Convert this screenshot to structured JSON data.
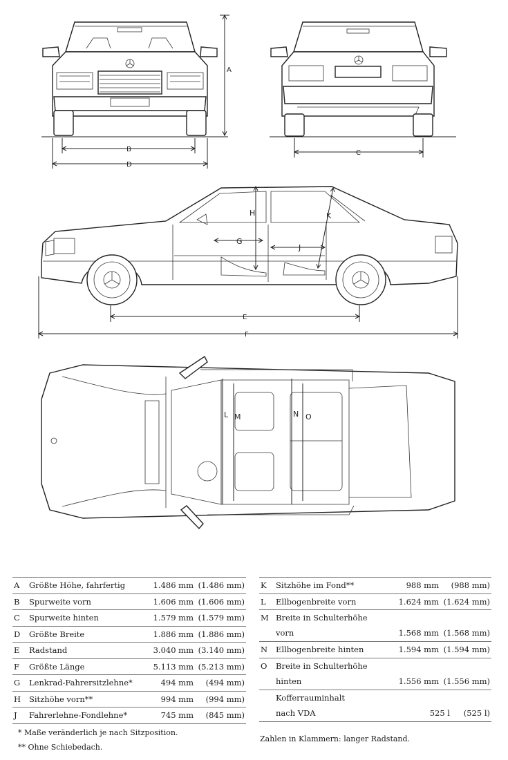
{
  "diagram": {
    "dimension_letters": {
      "A": "A",
      "B": "B",
      "C": "C",
      "D": "D",
      "E": "E",
      "F": "F",
      "G": "G",
      "H": "H",
      "J": "J",
      "K": "K",
      "L": "L",
      "M": "M",
      "N": "N",
      "O": "O"
    }
  },
  "specs_left": [
    {
      "key": "A",
      "label": "Größte Höhe, fahrfertig",
      "value": "1.486 mm",
      "alt": "(1.486 mm)"
    },
    {
      "key": "B",
      "label": "Spurweite vorn",
      "value": "1.606 mm",
      "alt": "(1.606 mm)"
    },
    {
      "key": "C",
      "label": "Spurweite hinten",
      "value": "1.579 mm",
      "alt": "(1.579 mm)"
    },
    {
      "key": "D",
      "label": "Größte Breite",
      "value": "1.886 mm",
      "alt": "(1.886 mm)"
    },
    {
      "key": "E",
      "label": "Radstand",
      "value": "3.040 mm",
      "alt": "(3.140 mm)"
    },
    {
      "key": "F",
      "label": "Größte Länge",
      "value": "5.113 mm",
      "alt": "(5.213 mm)"
    },
    {
      "key": "G",
      "label": "Lenkrad-Fahrersitzlehne*",
      "value": "494 mm",
      "alt": "(494 mm)"
    },
    {
      "key": "H",
      "label": "Sitzhöhe vorn**",
      "value": "994 mm",
      "alt": "(994 mm)"
    },
    {
      "key": "J",
      "label": "Fahrerlehne-Fondlehne*",
      "value": "745 mm",
      "alt": "(845 mm)"
    }
  ],
  "specs_right": {
    "K": {
      "key": "K",
      "label": "Sitzhöhe im Fond**",
      "value": "988 mm",
      "alt": "(988 mm)"
    },
    "L": {
      "key": "L",
      "label": "Ellbogenbreite vorn",
      "value": "1.624 mm",
      "alt": "(1.624 mm)"
    },
    "M": {
      "key": "M",
      "label": "Breite in Schulterhöhe",
      "label2": "vorn",
      "value": "1.568 mm",
      "alt": "(1.568 mm)"
    },
    "N": {
      "key": "N",
      "label": "Ellbogenbreite hinten",
      "value": "1.594 mm",
      "alt": "(1.594 mm)"
    },
    "O": {
      "key": "O",
      "label": "Breite in Schulterhöhe",
      "label2": "hinten",
      "value": "1.556 mm",
      "alt": "(1.556 mm)"
    },
    "trunk": {
      "label": "Kofferrauminhalt",
      "label2": "nach VDA",
      "value": "525 l",
      "alt": "(525 l)"
    }
  },
  "notes": {
    "adjustable": "*  Maße veränderlich je nach Sitzposition.",
    "no_sunroof": "** Ohne Schiebedach.",
    "long_wheelbase": "Zahlen in Klammern: langer Radstand."
  }
}
